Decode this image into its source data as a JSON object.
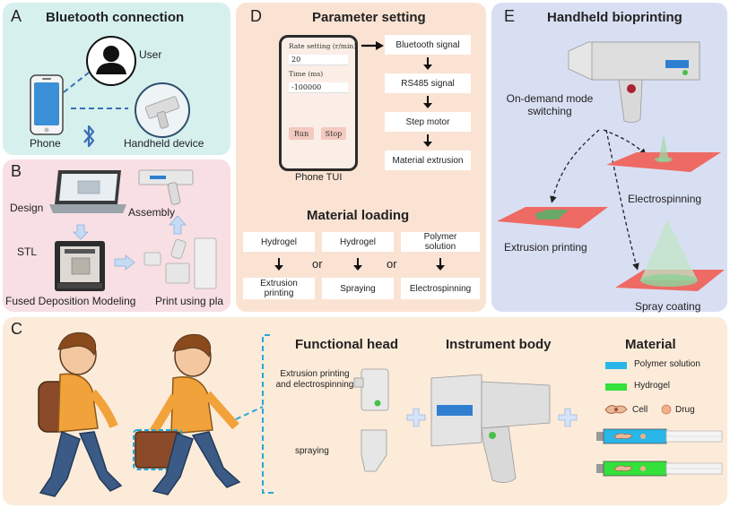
{
  "panelA": {
    "letter": "A",
    "title": "Bluetooth connection",
    "user_label": "User",
    "phone_label": "Phone",
    "device_label": "Handheld device"
  },
  "panelB": {
    "letter": "B",
    "design_label": "Design",
    "assembly_label": "Assembly",
    "stl_label": "STL",
    "fdm_label": "Fused Deposition Modeling",
    "print_label": "Print using pla"
  },
  "panelD": {
    "letter": "D",
    "title": "Parameter setting",
    "tui": {
      "rate_label": "Rate setting (r/min)",
      "rate_value": "20",
      "time_label": "Time (ms)",
      "time_value": "-100000",
      "run_label": "Run",
      "stop_label": "Stop"
    },
    "phone_tui_label": "Phone TUI",
    "flow": [
      "Bluetooth signal",
      "RS485 signal",
      "Step motor",
      "Material extrusion"
    ],
    "loading_title": "Material loading",
    "materials": [
      "Hydrogel",
      "Hydrogel",
      "Polymer solution"
    ],
    "or_label": "or",
    "methods": [
      "Extrusion printing",
      "Spraying",
      "Electrospinning"
    ]
  },
  "panelE": {
    "letter": "E",
    "title": "Handheld bioprinting",
    "switch_label": "On-demand mode switching",
    "electrospinning_label": "Electrospinning",
    "extrusion_label": "Extrusion printing",
    "spray_label": "Spray coating"
  },
  "panelC": {
    "letter": "C",
    "functional_head_title": "Functional head",
    "instrument_title": "Instrument body",
    "material_title": "Material",
    "head1_label": "Extrusion printing and electrospinning",
    "head2_label": "spraying",
    "legend": [
      {
        "label": "Polymer solution",
        "color": "#29b6e8"
      },
      {
        "label": "Hydrogel",
        "color": "#34e03a"
      }
    ],
    "cell_label": "Cell",
    "drug_label": "Drug"
  },
  "colors": {
    "panelA_bg": "#d6f0ee",
    "panelB_bg": "#f7dfe3",
    "panelD_bg": "#fbe3d3",
    "panelE_bg": "#d9dff3",
    "panelC_bg": "#fcebd9",
    "dashed_line": "#3a6fb5",
    "substrate": "#ee6a64"
  }
}
